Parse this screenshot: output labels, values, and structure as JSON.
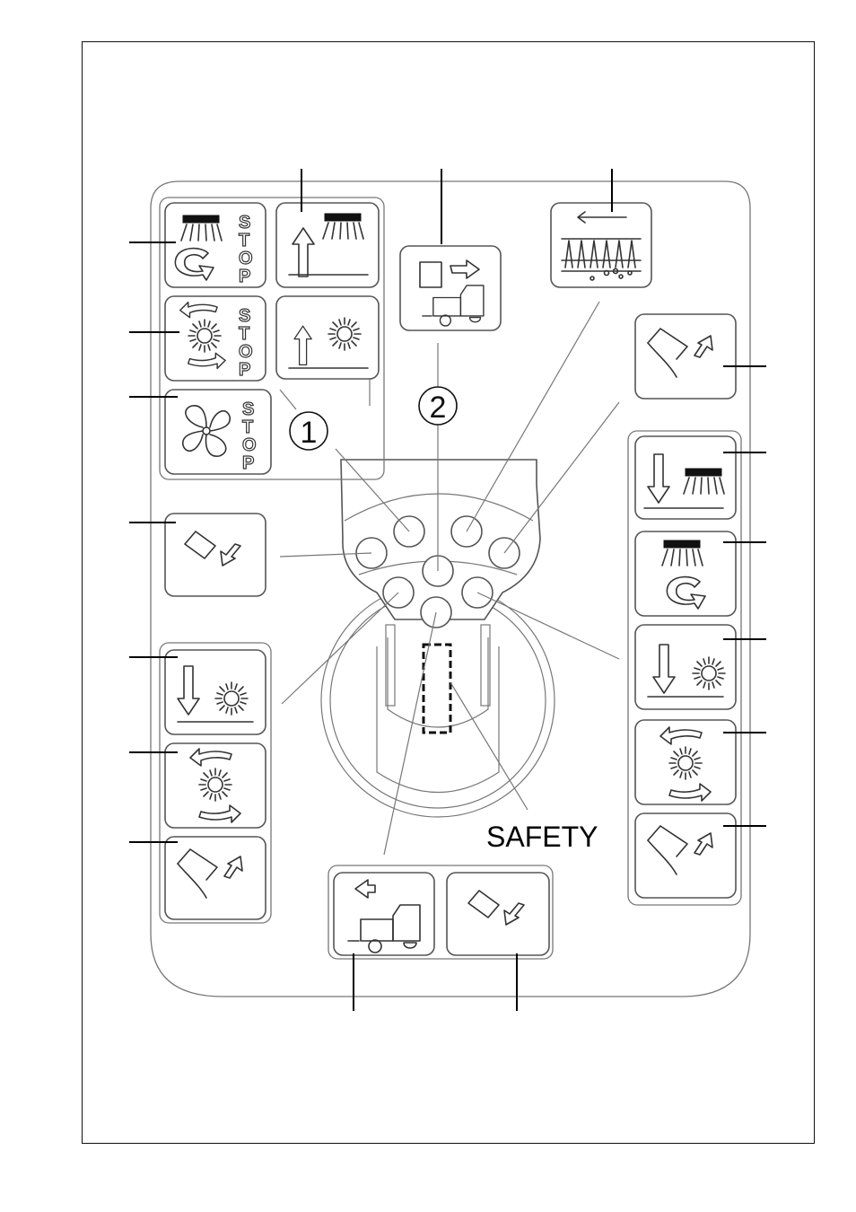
{
  "labels": {
    "stop_word": "STOP",
    "grip_number_1": "1",
    "grip_number_2": "2",
    "safety": "SAFETY"
  },
  "colors": {
    "line": "#333333",
    "panel_border": "#777777",
    "pointer": "#000000",
    "background": "#ffffff"
  },
  "icons": [
    "brush-rotation-stop-icon",
    "brush-raise-icon",
    "spinner-raise-icon",
    "spinner-rotation-stop-icon",
    "fan-stop-icon",
    "tipper-icon",
    "salt-spreader-icon",
    "chute-open-icon",
    "chute-close-icon",
    "brush-lower-icon",
    "brush-rotation-icon",
    "spinner-lower-icon",
    "spinner-rotation-icon",
    "truck-tipper-icon"
  ]
}
